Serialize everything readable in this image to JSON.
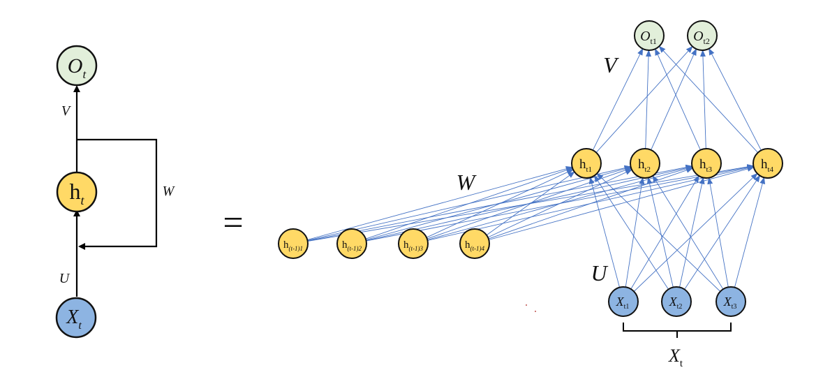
{
  "left_model": {
    "output": {
      "main": "O",
      "sub": "t"
    },
    "hidden": {
      "main": "h",
      "sub": "t"
    },
    "input": {
      "main": "X",
      "sub": "t"
    },
    "weights": {
      "v": "V",
      "w": "W",
      "u": "U"
    }
  },
  "equals_sign": "=",
  "unfolded": {
    "weights": {
      "v": "V",
      "w": "W",
      "u": "U"
    },
    "outputs": [
      {
        "main": "O",
        "sub": "t1"
      },
      {
        "main": "O",
        "sub": "t2"
      }
    ],
    "hidden_current": [
      {
        "main": "h",
        "sub": "t1"
      },
      {
        "main": "h",
        "sub": "t2"
      },
      {
        "main": "h",
        "sub": "t3"
      },
      {
        "main": "h",
        "sub": "t4"
      }
    ],
    "hidden_previous": [
      {
        "main": "h",
        "sub": "(t-1)1"
      },
      {
        "main": "h",
        "sub": "(t-1)2"
      },
      {
        "main": "h",
        "sub": "(t-1)3"
      },
      {
        "main": "h",
        "sub": "(t-1)4"
      }
    ],
    "inputs": [
      {
        "main": "X",
        "sub": "t1"
      },
      {
        "main": "X",
        "sub": "t2"
      },
      {
        "main": "X",
        "sub": "t3"
      }
    ],
    "input_group_label": {
      "main": "X",
      "sub": "t"
    }
  },
  "colors": {
    "output_node": "#e2efda",
    "hidden_node": "#ffd966",
    "input_node": "#8db4e2",
    "edge": "#4472c4"
  }
}
